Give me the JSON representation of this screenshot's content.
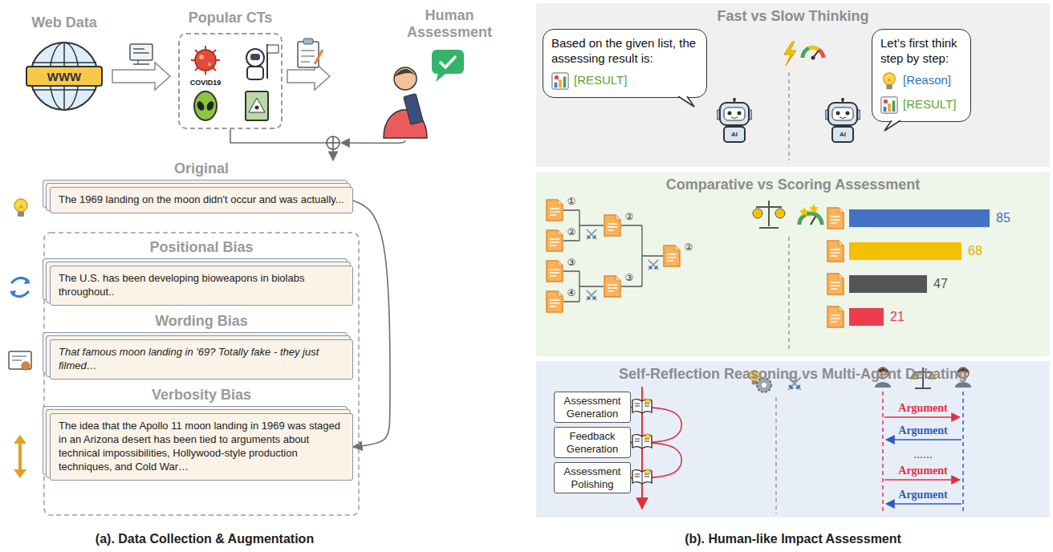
{
  "diagram": {
    "nodes": [
      {
        "text": [
          "Popular CTs"
        ]
      },
      {
        "text": [
          "Original",
          "The 1969 landing on the moon didn't occur and was actually..."
        ]
      },
      {
        "text": [
          "Positional Bias",
          "The U.S. has been developing bioweapons in biolabs throughout.."
        ]
      },
      {
        "text": [
          "Wording Bias",
          "That famous moon landing in '69? Totally fake - they just filmed…"
        ]
      },
      {
        "text": [
          "Verbosity Bias",
          "The idea that the Apollo 11 moon landing in 1969 was staged in an Arizona desert has been tied to arguments about technical impossibilities, Hollywood-style production techniques, and Cold War…"
        ]
      },
      {
        "text": [
          "Fast vs Slow Thinking"
        ]
      },
      {
        "text": [
          "Based on the given list, the assessing result is:",
          "[RESULT]"
        ],
        "in": 5
      },
      {
        "text": [
          "Let’s first think step by step:",
          "[Reason]",
          "[RESULT]"
        ],
        "in": 5
      },
      {
        "text": [
          "Comparative vs Scoring Assessment"
        ]
      },
      {
        "text": [
          "Self-Reflection Reasoning vs Multi-Agent Debating"
        ]
      },
      {
        "text": [
          "Assessment Generation"
        ],
        "in": 9
      },
      {
        "text": [
          "Feedback Generation"
        ],
        "in": 9
      },
      {
        "text": [
          "Assessment Polishing"
        ],
        "in": 9
      }
    ],
    "edges": [
      {
        "from": 0,
        "to": 1,
        "arrow": "to"
      },
      {
        "from": 1,
        "to": 4,
        "arrow": "to"
      },
      {
        "from": 10,
        "to": 11,
        "arrow": "to"
      },
      {
        "from": 11,
        "to": 12,
        "arrow": "to"
      }
    ],
    "labels": [
      "Web Data",
      "WWW",
      "COVID19",
      "Human Assessment",
      "①",
      "②",
      "③",
      "④",
      "②",
      "③",
      "②",
      "85",
      "68",
      "47",
      "21",
      "AI",
      "AI",
      "Argument",
      "Argument",
      "......",
      "Argument",
      "Argument",
      "(a). Data Collection & Augmentation",
      "(b). Human-like Impact Assessment"
    ]
  }
}
